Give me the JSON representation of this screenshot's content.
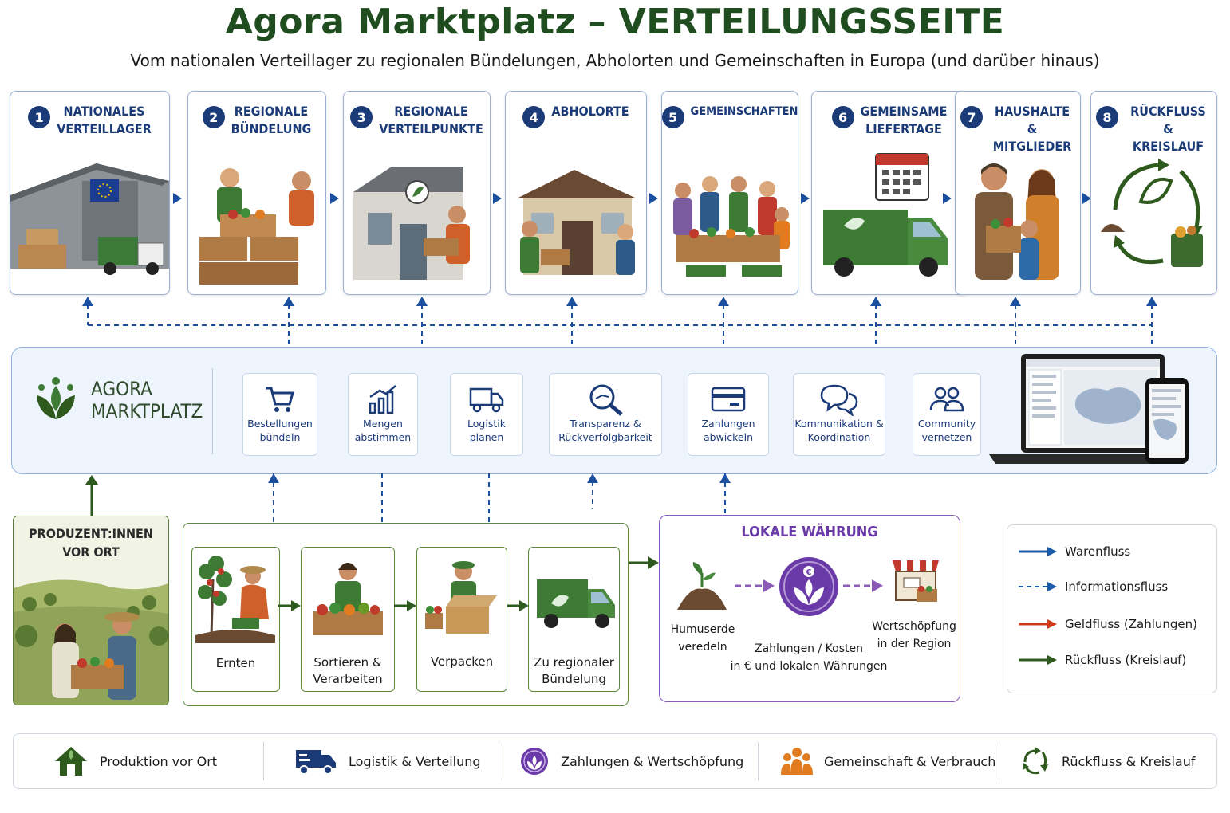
{
  "title": "Agora Marktplatz – VERTEILUNGSSEITE",
  "subtitle": "Vom nationalen Verteillager zu regionalen Bündelungen, Abholorten und Gemeinschaften in Europa (und darüber hinaus)",
  "stages": [
    {
      "num": "1",
      "label": "NATIONALES\nVERTEILLAGER",
      "icon": "warehouse-icon"
    },
    {
      "num": "2",
      "label": "REGIONALE\nBÜNDELUNG",
      "icon": "bundling-icon"
    },
    {
      "num": "3",
      "label": "REGIONALE\nVERTEILPUNKTE",
      "icon": "hub-building-icon"
    },
    {
      "num": "4",
      "label": "ABHOLORTE",
      "icon": "pickup-house-icon"
    },
    {
      "num": "5",
      "label": "GEMEINSCHAFTEN",
      "icon": "community-group-icon"
    },
    {
      "num": "6",
      "label": "GEMEINSAME\nLIEFERTAGE",
      "icon": "delivery-van-calendar-icon"
    },
    {
      "num": "7",
      "label": "HAUSHALTE\n& MITGLIEDER",
      "icon": "family-icon"
    },
    {
      "num": "8",
      "label": "RÜCKFLUSS &\nKREISLAUF",
      "icon": "cycle-icon"
    }
  ],
  "platform": {
    "name_line1": "AGORA",
    "name_line2": "MARKTPLATZ",
    "features": [
      {
        "l1": "Bestellungen",
        "l2": "bündeln",
        "icon": "cart-icon"
      },
      {
        "l1": "Mengen",
        "l2": "abstimmen",
        "icon": "bar-chart-icon"
      },
      {
        "l1": "Logistik",
        "l2": "planen",
        "icon": "truck-icon"
      },
      {
        "l1": "Transparenz &",
        "l2": "Rückverfolgbarkeit",
        "icon": "magnifier-icon"
      },
      {
        "l1": "Zahlungen",
        "l2": "abwickeln",
        "icon": "card-icon"
      },
      {
        "l1": "Kommunikation &",
        "l2": "Koordination",
        "icon": "chat-icon"
      },
      {
        "l1": "Community",
        "l2": "vernetzen",
        "icon": "people-icon"
      }
    ]
  },
  "producers": {
    "line1": "PRODUZENT:INNEN",
    "line2": "VOR ORT"
  },
  "process": [
    {
      "l1": "Ernten",
      "l2": ""
    },
    {
      "l1": "Sortieren &",
      "l2": "Verarbeiten"
    },
    {
      "l1": "Verpacken",
      "l2": ""
    },
    {
      "l1": "Zu regionaler",
      "l2": "Bündelung"
    }
  ],
  "currency": {
    "title": "LOKALE WÄHRUNG",
    "left_l1": "Humuserde",
    "left_l2": "veredeln",
    "mid_l1": "Zahlungen / Kosten",
    "mid_l2": "in € und lokalen Währungen",
    "right_l1": "Wertschöpfung",
    "right_l2": "in der Region",
    "color": "#6a3aa8"
  },
  "legend": [
    {
      "label": "Warenfluss",
      "color": "#1a5aa8",
      "style": "solid"
    },
    {
      "label": "Informationsfluss",
      "color": "#1a5aa8",
      "style": "dashed"
    },
    {
      "label": "Geldfluss (Zahlungen)",
      "color": "#d0381c",
      "style": "solid"
    },
    {
      "label": "Rückfluss (Kreislauf)",
      "color": "#2e5a1e",
      "style": "solid"
    }
  ],
  "footer": [
    {
      "label": "Produktion vor Ort",
      "icon": "house-icon"
    },
    {
      "label": "Logistik & Verteilung",
      "icon": "truck-icon"
    },
    {
      "label": "Zahlungen & Wertschöpfung",
      "icon": "coin-icon"
    },
    {
      "label": "Gemeinschaft & Verbrauch",
      "icon": "group-icon"
    },
    {
      "label": "Rückfluss & Kreislauf",
      "icon": "recycle-icon"
    }
  ]
}
